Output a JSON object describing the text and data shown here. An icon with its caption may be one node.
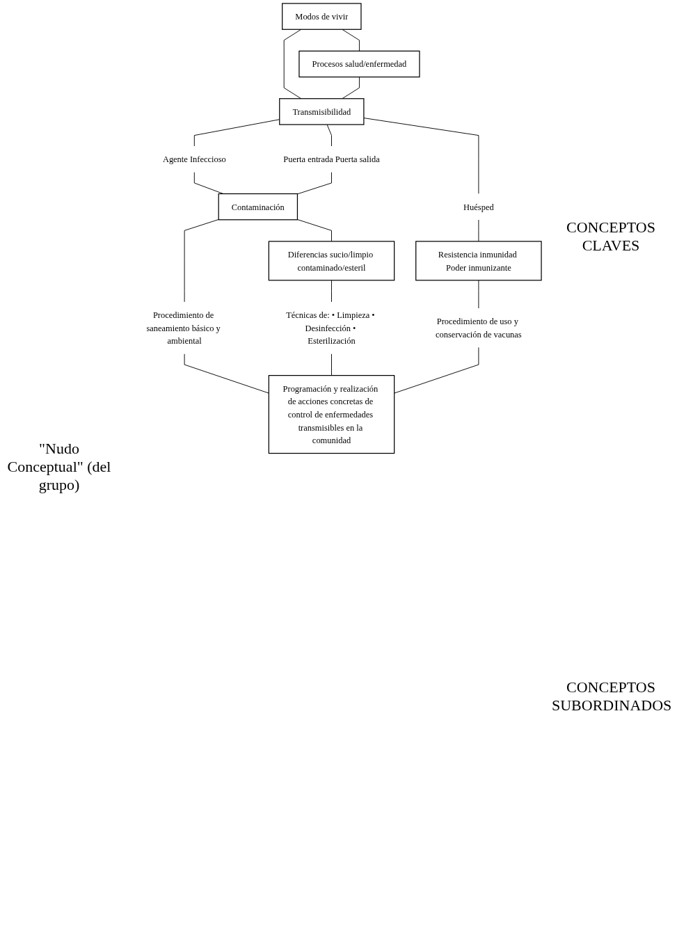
{
  "diagram": {
    "nodes": [
      {
        "text": [
          "Modos de vivir"
        ]
      },
      {
        "text": [
          "Procesos salud/enfermedad"
        ]
      },
      {
        "text": [
          "Transmisibilidad"
        ]
      },
      {
        "text": [
          "Agente Infeccioso"
        ]
      },
      {
        "text": [
          "Puerta entrada Puerta salida"
        ]
      },
      {
        "text": [
          "Huésped"
        ]
      },
      {
        "text": [
          "Contaminación"
        ]
      },
      {
        "text": [
          "Resistencia inmunidad Poder inmunizante"
        ]
      },
      {
        "text": [
          "Diferencias sucio/limpio contaminado/esteril"
        ]
      },
      {
        "text": [
          "Procedimiento de saneamiento básico y ambiental"
        ]
      },
      {
        "text": [
          "Técnicas de: • Limpieza • Desinfección • Esterilización"
        ]
      },
      {
        "text": [
          "Procedimiento de uso y conservación de vacunas"
        ]
      },
      {
        "text": [
          "Programación y realización de acciones concretas de control de enfermedades transmisibles en la comunidad"
        ]
      }
    ],
    "edges": [
      {
        "from": 0,
        "to": 1,
        "arrow": "none"
      },
      {
        "from": 0,
        "to": 2,
        "arrow": "none"
      },
      {
        "from": 1,
        "to": 2,
        "arrow": "none"
      },
      {
        "from": 2,
        "to": 3,
        "arrow": "none"
      },
      {
        "from": 2,
        "to": 4,
        "arrow": "none"
      },
      {
        "from": 2,
        "to": 5,
        "arrow": "none"
      },
      {
        "from": 3,
        "to": 6,
        "arrow": "none"
      },
      {
        "from": 4,
        "to": 6,
        "arrow": "none"
      },
      {
        "from": 5,
        "to": 7,
        "arrow": "none"
      },
      {
        "from": 6,
        "to": 9,
        "arrow": "none"
      },
      {
        "from": 6,
        "to": 8,
        "arrow": "none"
      },
      {
        "from": 8,
        "to": 10,
        "arrow": "none"
      },
      {
        "from": 7,
        "to": 11,
        "arrow": "none"
      },
      {
        "from": 9,
        "to": 12,
        "arrow": "none"
      },
      {
        "from": 10,
        "to": 12,
        "arrow": "none"
      },
      {
        "from": 11,
        "to": 12,
        "arrow": "none"
      }
    ],
    "labels": [
      "CONCEPTOS CLAVES",
      "CONCEPTOS SUBORDINADOS",
      "\"Nudo Conceptual\" (del grupo)"
    ]
  }
}
